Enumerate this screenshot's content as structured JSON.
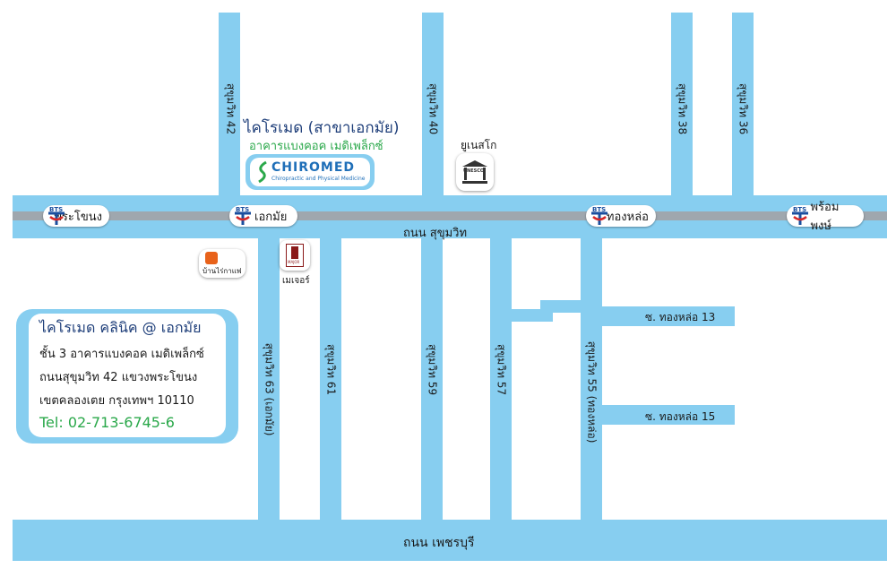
{
  "map": {
    "main_road": "ถนน สุขุมวิท",
    "bottom_road": "ถนน เพชรบุรี",
    "sois_top": [
      "สุขุมวิท 42",
      "สุขุมวิท 40",
      "สุขุมวิท 38",
      "สุขุมวิท 36"
    ],
    "sois_bottom": [
      "สุขุมวิท 63 (เอกมัย)",
      "สุขุมวิท 61",
      "สุขุมวิท 59",
      "สุขุมวิท 57",
      "สุขุมวิท 55 (ทองหล่อ)"
    ],
    "side_sois": [
      "ซ. ทองหล่อ 13",
      "ซ. ทองหล่อ 15"
    ],
    "bts_stations": [
      "พระโขนง",
      "เอกมัย",
      "ทองหล่อ",
      "พร้อมพงษ์"
    ],
    "bts_logo_text": "BTS",
    "landmarks": {
      "unesco_label": "ยูเนสโก",
      "unesco_logo_text": "UNESCO",
      "cafe_label": "บ้านไร่กาแฟ",
      "major_label": "เมเจอร์",
      "major_logo_text": "MAJOR"
    },
    "branch": {
      "title": "ไคโรเมด (สาขาเอกมัย)",
      "building": "อาคารแบงคอค เมดิเพล็กซ์",
      "logo_name": "CHIROMED",
      "logo_tagline": "Chiropractic and Physical Medicine"
    },
    "colors": {
      "road": "#87CEF0",
      "rail": "#9FA7AE",
      "title": "#1f3f7a",
      "green": "#2aa84a"
    }
  },
  "clinic_card": {
    "title": "ไคโรเมด คลินิค @ เอกมัย",
    "line1": "ชั้น 3 อาคารแบงคอค เมดิเพล็กซ์",
    "line2": "ถนนสุขุมวิท 42 แขวงพระโขนง",
    "line3": "เขตคลองเตย กรุงเทพฯ 10110",
    "tel": "Tel: 02-713-6745-6"
  }
}
